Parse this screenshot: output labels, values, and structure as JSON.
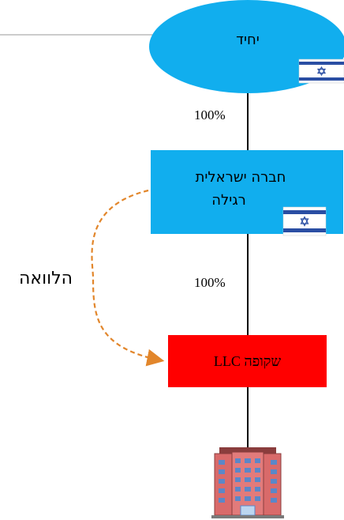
{
  "nodes": {
    "individual": {
      "label": "יחיד",
      "color": "#11aeee",
      "flag": "israel-flag-icon"
    },
    "israeli_company": {
      "label_line1": "חברה ישראלית",
      "label_line2": "רגילה",
      "color": "#11aeee",
      "flag": "israel-flag-icon"
    },
    "llc": {
      "label": "LLC שקופה",
      "color": "#ff0000"
    },
    "property": {
      "icon": "building-icon"
    }
  },
  "edges": {
    "ownership_top": {
      "label": "100%"
    },
    "ownership_bottom": {
      "label": "100%"
    },
    "loan": {
      "label": "הלוואה",
      "color": "#e2862b"
    }
  },
  "colors": {
    "line": "#000000",
    "flag_blue": "#2a4ea3",
    "building_body": "#d96a6a",
    "building_windows": "#5b87c8"
  }
}
